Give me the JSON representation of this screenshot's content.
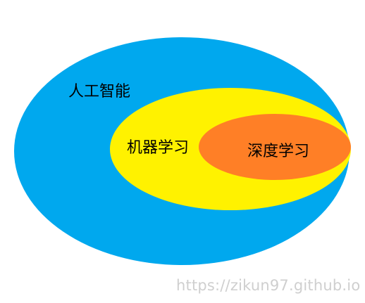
{
  "diagram": {
    "outer_label": "人工智能",
    "middle_label": "机器学习",
    "inner_label": "深度学习"
  },
  "watermark": "https://zikun97.github.io",
  "colors": {
    "outer": "#00A8EE",
    "middle": "#FFF200",
    "inner": "#FF7F26",
    "background": "#FFFFFF"
  }
}
